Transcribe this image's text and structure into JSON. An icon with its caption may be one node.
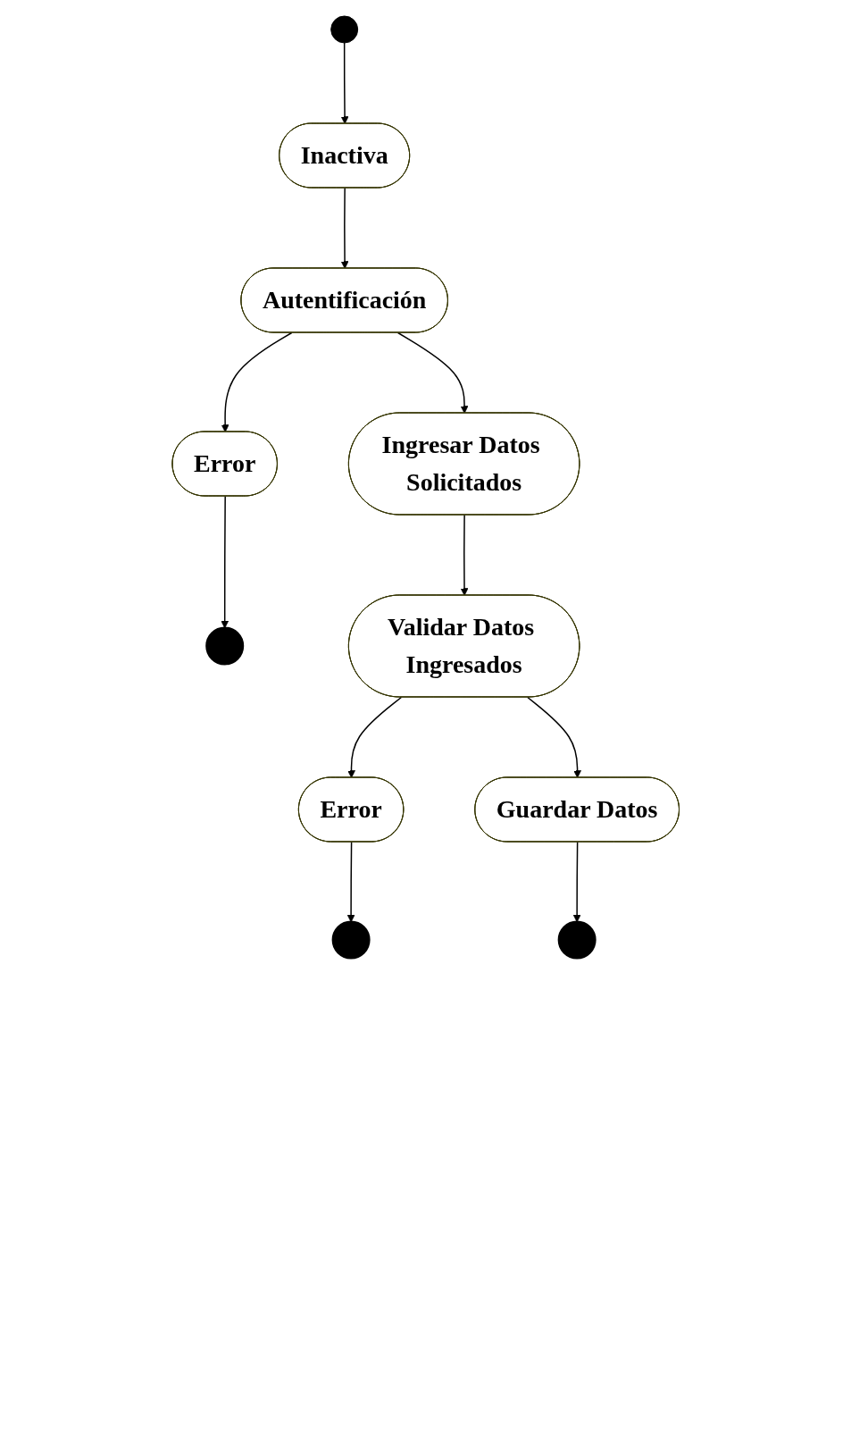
{
  "diagram": {
    "nodes": [
      {
        "text": [],
        "shape": "circle"
      },
      {
        "text": [
          "Inactiva"
        ]
      },
      {
        "text": [
          "Autentificación"
        ]
      },
      {
        "text": [
          "Error"
        ]
      },
      {
        "text": [],
        "shape": "circle"
      },
      {
        "text": [
          "Ingresar Datos Solicitados"
        ]
      },
      {
        "text": [
          "Validar Datos Ingresados"
        ]
      },
      {
        "text": [
          "Error"
        ]
      },
      {
        "text": [],
        "shape": "circle"
      },
      {
        "text": [
          "Guardar Datos"
        ]
      },
      {
        "text": [],
        "shape": "circle"
      }
    ],
    "edges": [
      {
        "from": 0,
        "to": 1,
        "arrow": "to"
      },
      {
        "from": 1,
        "to": 2,
        "arrow": "to"
      },
      {
        "from": 2,
        "to": 3,
        "arrow": "to"
      },
      {
        "from": 3,
        "to": 4,
        "arrow": "to"
      },
      {
        "from": 2,
        "to": 5,
        "arrow": "to"
      },
      {
        "from": 5,
        "to": 6,
        "arrow": "to"
      },
      {
        "from": 6,
        "to": 7,
        "arrow": "to"
      },
      {
        "from": 7,
        "to": 8,
        "arrow": "to"
      },
      {
        "from": 6,
        "to": 9,
        "arrow": "to"
      },
      {
        "from": 9,
        "to": 10,
        "arrow": "to"
      }
    ]
  }
}
